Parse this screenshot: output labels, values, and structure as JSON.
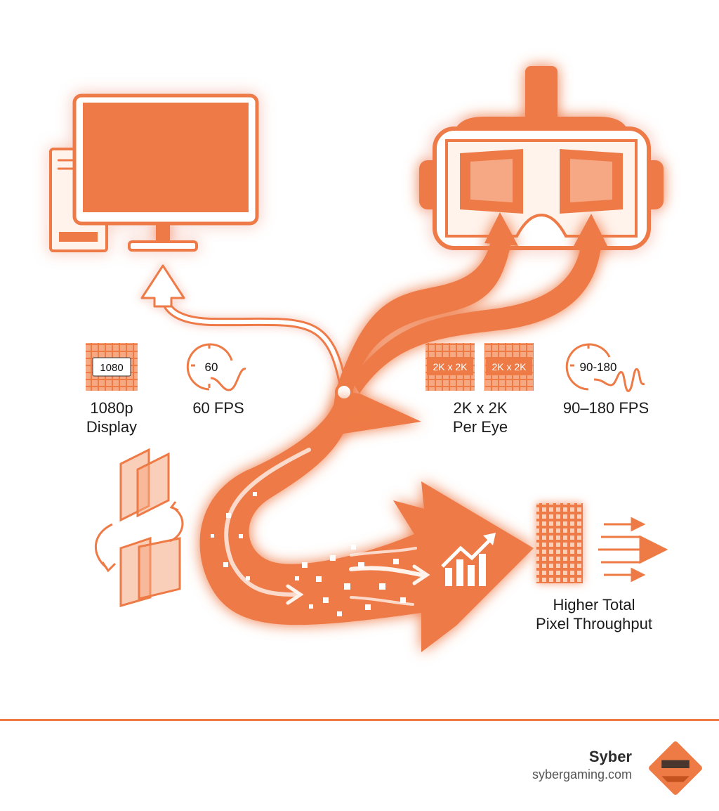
{
  "colors": {
    "accent": "#ee7a46",
    "accent_dark": "#d9622c",
    "accent_light": "#fbd8c6",
    "text": "#1b1b1b"
  },
  "pc": {
    "resolution_badge": "1080",
    "resolution_label_line1": "1080p",
    "resolution_label_line2": "Display",
    "fps_badge": "60",
    "fps_label": "60 FPS"
  },
  "vr": {
    "resolution_badge_left": "2K x 2K",
    "resolution_badge_right": "2K x 2K",
    "resolution_label_line1": "2K x 2K",
    "resolution_label_line2": "Per Eye",
    "fps_badge": "90-180",
    "fps_label": "90–180 FPS"
  },
  "output": {
    "label_line1": "Higher Total",
    "label_line2": "Pixel Throughput"
  },
  "icons": [
    "desktop-computer-icon",
    "vr-headset-icon",
    "pixel-grid-icon",
    "stopwatch-icon",
    "stereo-frames-icon",
    "growth-chart-icon",
    "speed-arrows-icon",
    "syber-logo-icon"
  ],
  "footer": {
    "brand": "Syber",
    "url": "sybergaming.com"
  }
}
